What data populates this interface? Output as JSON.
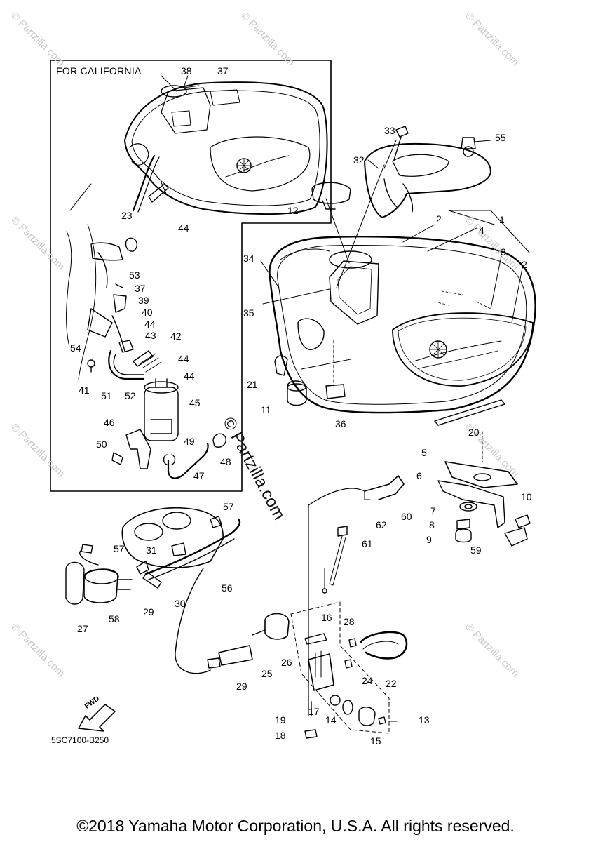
{
  "header": {
    "box_title": "FOR CALIFORNIA"
  },
  "footer": {
    "code": "5SC7100-B250",
    "copyright": "©2018 Yamaha Motor Corporation, U.S.A. All rights reserved."
  },
  "fwd_label": "FWD",
  "watermark_center": "© Partzilla.com",
  "watermark_faint": "© Partzilla.com",
  "labels": [
    {
      "id": "1",
      "text": "1"
    },
    {
      "id": "2a",
      "text": "2"
    },
    {
      "id": "2b",
      "text": "2"
    },
    {
      "id": "3",
      "text": "3"
    },
    {
      "id": "4",
      "text": "4"
    },
    {
      "id": "5",
      "text": "5"
    },
    {
      "id": "6",
      "text": "6"
    },
    {
      "id": "7",
      "text": "7"
    },
    {
      "id": "8",
      "text": "8"
    },
    {
      "id": "9",
      "text": "9"
    },
    {
      "id": "10",
      "text": "10"
    },
    {
      "id": "11",
      "text": "11"
    },
    {
      "id": "12",
      "text": "12"
    },
    {
      "id": "13",
      "text": "13"
    },
    {
      "id": "14",
      "text": "14"
    },
    {
      "id": "15",
      "text": "15"
    },
    {
      "id": "16",
      "text": "16"
    },
    {
      "id": "17",
      "text": "17"
    },
    {
      "id": "18",
      "text": "18"
    },
    {
      "id": "19",
      "text": "19"
    },
    {
      "id": "20",
      "text": "20"
    },
    {
      "id": "21",
      "text": "21"
    },
    {
      "id": "22",
      "text": "22"
    },
    {
      "id": "23",
      "text": "23"
    },
    {
      "id": "24",
      "text": "24"
    },
    {
      "id": "25",
      "text": "25"
    },
    {
      "id": "26",
      "text": "26"
    },
    {
      "id": "27",
      "text": "27"
    },
    {
      "id": "28",
      "text": "28"
    },
    {
      "id": "29a",
      "text": "29"
    },
    {
      "id": "29b",
      "text": "29"
    },
    {
      "id": "30",
      "text": "30"
    },
    {
      "id": "31",
      "text": "31"
    },
    {
      "id": "32",
      "text": "32"
    },
    {
      "id": "33",
      "text": "33"
    },
    {
      "id": "34",
      "text": "34"
    },
    {
      "id": "35",
      "text": "35"
    },
    {
      "id": "36",
      "text": "36"
    },
    {
      "id": "37a",
      "text": "37"
    },
    {
      "id": "37b",
      "text": "37"
    },
    {
      "id": "38",
      "text": "38"
    },
    {
      "id": "39",
      "text": "39"
    },
    {
      "id": "40",
      "text": "40"
    },
    {
      "id": "41",
      "text": "41"
    },
    {
      "id": "42",
      "text": "42"
    },
    {
      "id": "43",
      "text": "43"
    },
    {
      "id": "44a",
      "text": "44"
    },
    {
      "id": "44b",
      "text": "44"
    },
    {
      "id": "44c",
      "text": "44"
    },
    {
      "id": "44d",
      "text": "44"
    },
    {
      "id": "45",
      "text": "45"
    },
    {
      "id": "46",
      "text": "46"
    },
    {
      "id": "47",
      "text": "47"
    },
    {
      "id": "48",
      "text": "48"
    },
    {
      "id": "49",
      "text": "49"
    },
    {
      "id": "50",
      "text": "50"
    },
    {
      "id": "51",
      "text": "51"
    },
    {
      "id": "52",
      "text": "52"
    },
    {
      "id": "53",
      "text": "53"
    },
    {
      "id": "54",
      "text": "54"
    },
    {
      "id": "55",
      "text": "55"
    },
    {
      "id": "56",
      "text": "56"
    },
    {
      "id": "57a",
      "text": "57"
    },
    {
      "id": "57b",
      "text": "57"
    },
    {
      "id": "58",
      "text": "58"
    },
    {
      "id": "59",
      "text": "59"
    },
    {
      "id": "60",
      "text": "60"
    },
    {
      "id": "61",
      "text": "61"
    },
    {
      "id": "62",
      "text": "62"
    }
  ]
}
